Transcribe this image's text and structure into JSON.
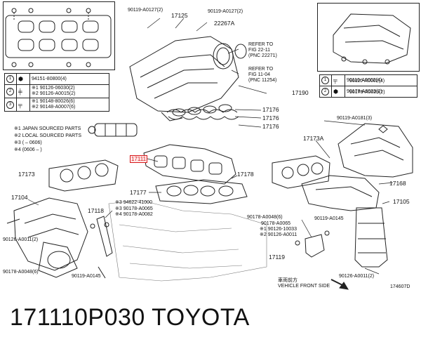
{
  "caption": "171110P030   TOYOTA",
  "labels": {
    "p90119_a0127_left": "90119-A0127(2)",
    "p17125": "17125",
    "p90119_a0127_right": "90119-A0127(2)",
    "p22267a": "22267A",
    "refer_top": "REFER TO\nFIG 22-11\n(PNC 22271)",
    "refer_bottom": "REFER TO\nFIG 11-04\n(PNC 11254)",
    "p17190": "17190",
    "p17176_a": "17176",
    "p17176_b": "17176",
    "p17176_c": "17176",
    "p17111": "17111",
    "p17173": "17173",
    "p17178": "17178",
    "p17177": "17177",
    "p17104": "17104",
    "p17118": "17118",
    "note_94622": "※3 94622-41000",
    "note_90178_65": "※3 90178-A0065",
    "note_90178_82": "※4 90178-A0082",
    "p90126_a0011_left": "90126-A0011(2)",
    "p90178_a0048_left": "90178-A0048(6)",
    "p90119_a0145_left": "90119-A0145",
    "p90110_a0002": "90110-A0002(4)",
    "p90178_a0023": "90178-A0023(2)",
    "p90119_a0181": "90119-A0181(3)",
    "p17173a": "17173A",
    "p17168": "17168",
    "p17105": "17105",
    "p90178_a0048_right": "90178-A0048(6)",
    "p90119_a0145_right": "90119-A0145",
    "p90178_a0065_right": "90178-A0065",
    "note_90126_10033": "※1 90126-10033",
    "note_90126_a0011": "※2 90126-A0011",
    "p17119": "17119",
    "p90126_a0011_right": "90126-A0011(2)",
    "vehicle_front_jp": "車両前方",
    "vehicle_front": "VEHICLE FRONT SIDE",
    "diagram_id": "174607D"
  },
  "notes": [
    "※1 JAPAN SOURCED PARTS",
    "※2 LOCAL SOURCED PARTS",
    "※3 (     – 0606)",
    "※4 (0606 –     )"
  ],
  "table_left": [
    {
      "num": "1",
      "icon": "nut-icon",
      "text": "94151-80800(4)"
    },
    {
      "num": "2",
      "icon": "stud-icon",
      "text": "※1 90126-06030(2)\n※2 90126-A0015(2)"
    },
    {
      "num": "3",
      "icon": "bolt-icon",
      "text": "※1 90148-80026(6)\n※2 90148-A0007(6)"
    }
  ],
  "table_right": [
    {
      "num": "1",
      "icon": "bolt-icon",
      "text": "90110-A0002(4)"
    },
    {
      "num": "2",
      "icon": "nut-icon",
      "text": "90178-A0023(2)"
    }
  ]
}
